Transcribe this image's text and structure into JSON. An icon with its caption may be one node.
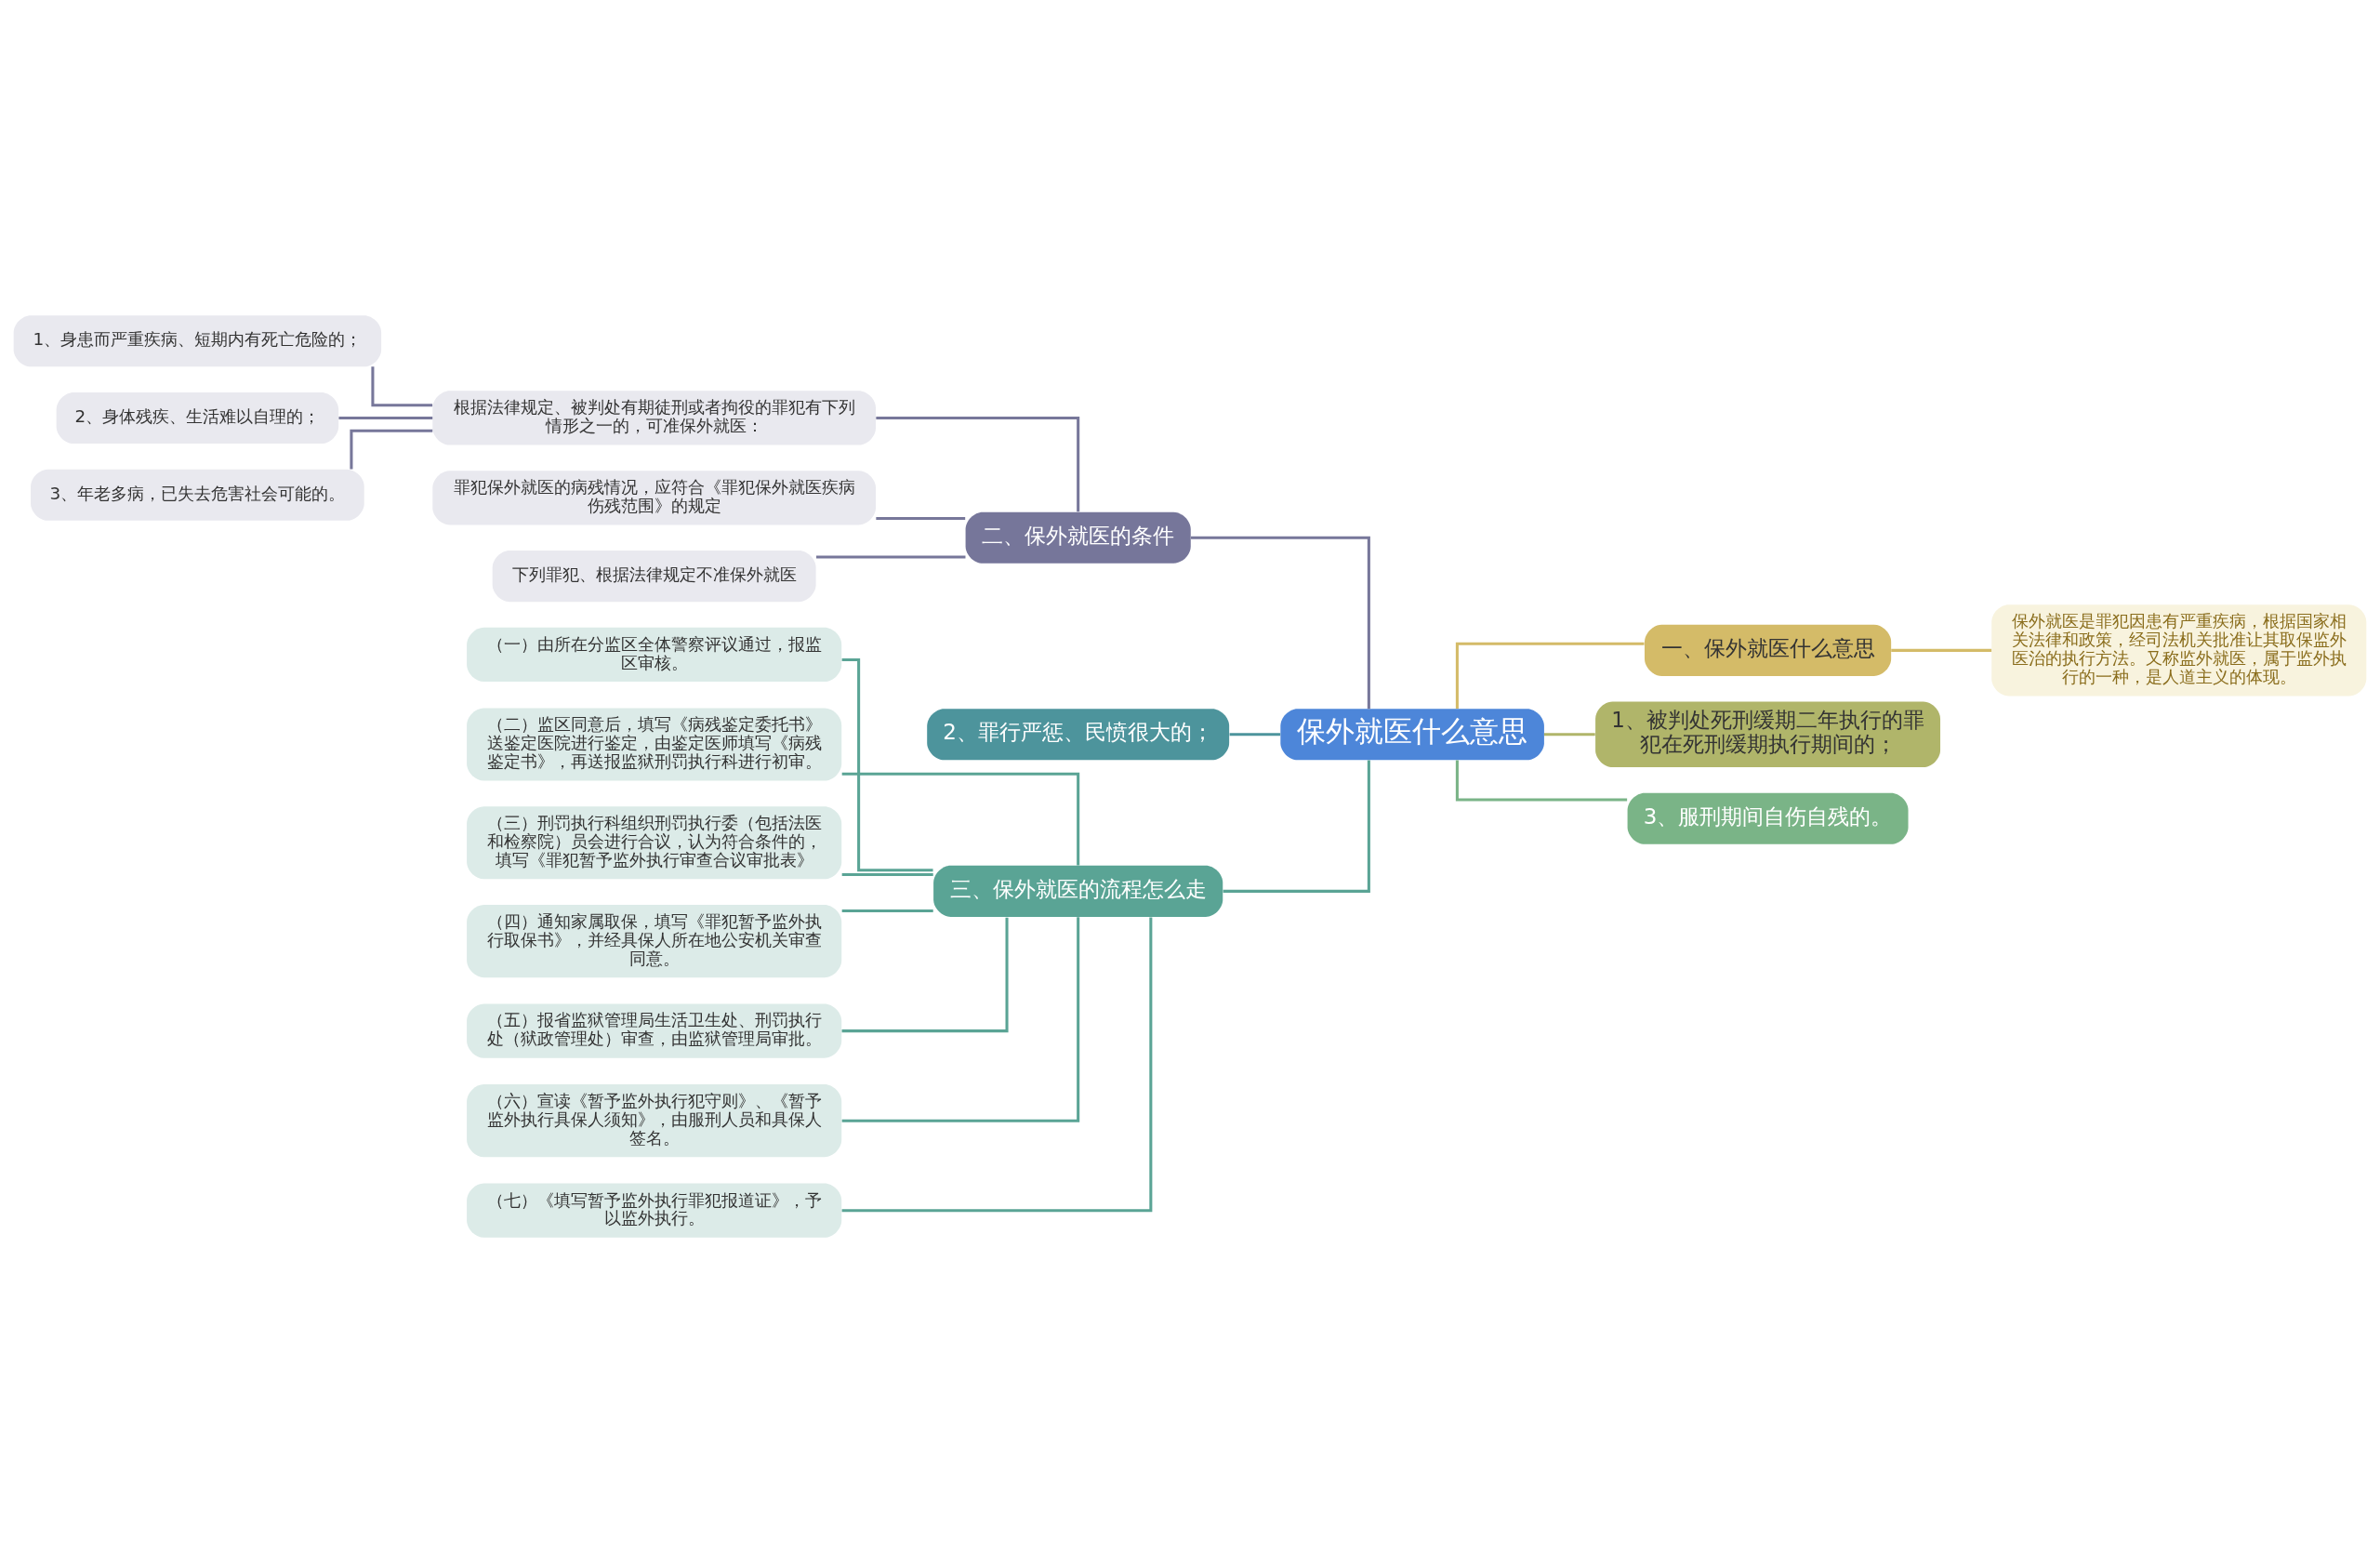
{
  "diagram": {
    "nodes": [
      {
        "text": [
          "保外就医什么意思"
        ]
      },
      {
        "text": [
          "二、保外就医的条件"
        ]
      },
      {
        "text": [
          "根据法律规定、被判处有期徒刑或者拘役的罪犯有下列情形之一的，可准保外就医："
        ]
      },
      {
        "text": [
          "1、身患而严重疾病、短期内有死亡危险的；"
        ]
      },
      {
        "text": [
          "2、身体残疾、生活难以自理的；"
        ]
      },
      {
        "text": [
          "3、年老多病，已失去危害社会可能的。"
        ]
      },
      {
        "text": [
          "罪犯保外就医的病残情况，应符合《罪犯保外就医疾病伤残范围》的规定"
        ]
      },
      {
        "text": [
          "下列罪犯、根据法律规定不准保外就医"
        ]
      },
      {
        "text": [
          "2、罪行严惩、民愤很大的；"
        ]
      },
      {
        "text": [
          "三、保外就医的流程怎么走"
        ]
      },
      {
        "text": [
          "（一）由所在分监区全体警察评议通过，报监区审核。"
        ]
      },
      {
        "text": [
          "（二）监区同意后，填写《病残鉴定委托书》送鉴定医院进行鉴定，由鉴定医师填写《病残鉴定书》，再送报监狱刑罚执行科进行初审。"
        ]
      },
      {
        "text": [
          "（三）刑罚执行科组织刑罚执行委（包括法医和检察院）员会进行合议，认为符合条件的，填写《罪犯暂予监外执行审查合议审批表》"
        ]
      },
      {
        "text": [
          "（四）通知家属取保，填写《罪犯暂予监外执行取保书》，并经具保人所在地公安机关审查同意。"
        ]
      },
      {
        "text": [
          "（五）报省监狱管理局生活卫生处、刑罚执行处（狱政管理处）审查，由监狱管理局审批。"
        ]
      },
      {
        "text": [
          "（六）宣读《暂予监外执行犯守则》、《暂予监外执行具保人须知》，由服刑人员和具保人签名。"
        ]
      },
      {
        "text": [
          "（七）《填写暂予监外执行罪犯报道证》，予以监外执行。"
        ]
      },
      {
        "text": [
          "一、保外就医什么意思"
        ]
      },
      {
        "text": [
          "保外就医是罪犯因患有严重疾病，根据国家相关法律和政策，经司法机关批准让其取保监外医治的执行方法。又称监外就医，属于监外执行的一种，是人道主义的体现。"
        ]
      },
      {
        "text": [
          "1、被判处死刑缓期二年执行的罪犯在死刑缓期执行期间的；"
        ]
      },
      {
        "text": [
          "3、服刑期间自伤自残的。"
        ]
      }
    ],
    "edges": [
      {
        "from": 0,
        "to": 1,
        "arrow": "none",
        "color": "#77779a"
      },
      {
        "from": 1,
        "to": 2,
        "arrow": "none",
        "color": "#77779a"
      },
      {
        "from": 2,
        "to": 3,
        "arrow": "none",
        "color": "#77779a"
      },
      {
        "from": 2,
        "to": 4,
        "arrow": "none",
        "color": "#77779a"
      },
      {
        "from": 2,
        "to": 5,
        "arrow": "none",
        "color": "#77779a"
      },
      {
        "from": 1,
        "to": 6,
        "arrow": "none",
        "color": "#77779a"
      },
      {
        "from": 1,
        "to": 7,
        "arrow": "none",
        "color": "#77779a"
      },
      {
        "from": 0,
        "to": 8,
        "arrow": "none",
        "color": "#4d949c"
      },
      {
        "from": 0,
        "to": 9,
        "arrow": "none"
      },
      {
        "from": 9,
        "to": 10,
        "arrow": "none"
      },
      {
        "from": 9,
        "to": 11,
        "arrow": "none"
      },
      {
        "from": 9,
        "to": 12,
        "arrow": "none"
      },
      {
        "from": 9,
        "to": 13,
        "arrow": "none"
      },
      {
        "from": 9,
        "to": 14,
        "arrow": "none"
      },
      {
        "from": 9,
        "to": 15,
        "arrow": "none"
      },
      {
        "from": 9,
        "to": 16,
        "arrow": "none"
      },
      {
        "from": 0,
        "to": 17,
        "arrow": "none",
        "color": "#d4bb68"
      },
      {
        "from": 17,
        "to": 18,
        "arrow": "none",
        "color": "#d4bb68"
      },
      {
        "from": 0,
        "to": 19,
        "arrow": "none",
        "color": "#b0b56a"
      },
      {
        "from": 0,
        "to": 20,
        "arrow": "none",
        "color": "#7ab487"
      }
    ]
  }
}
